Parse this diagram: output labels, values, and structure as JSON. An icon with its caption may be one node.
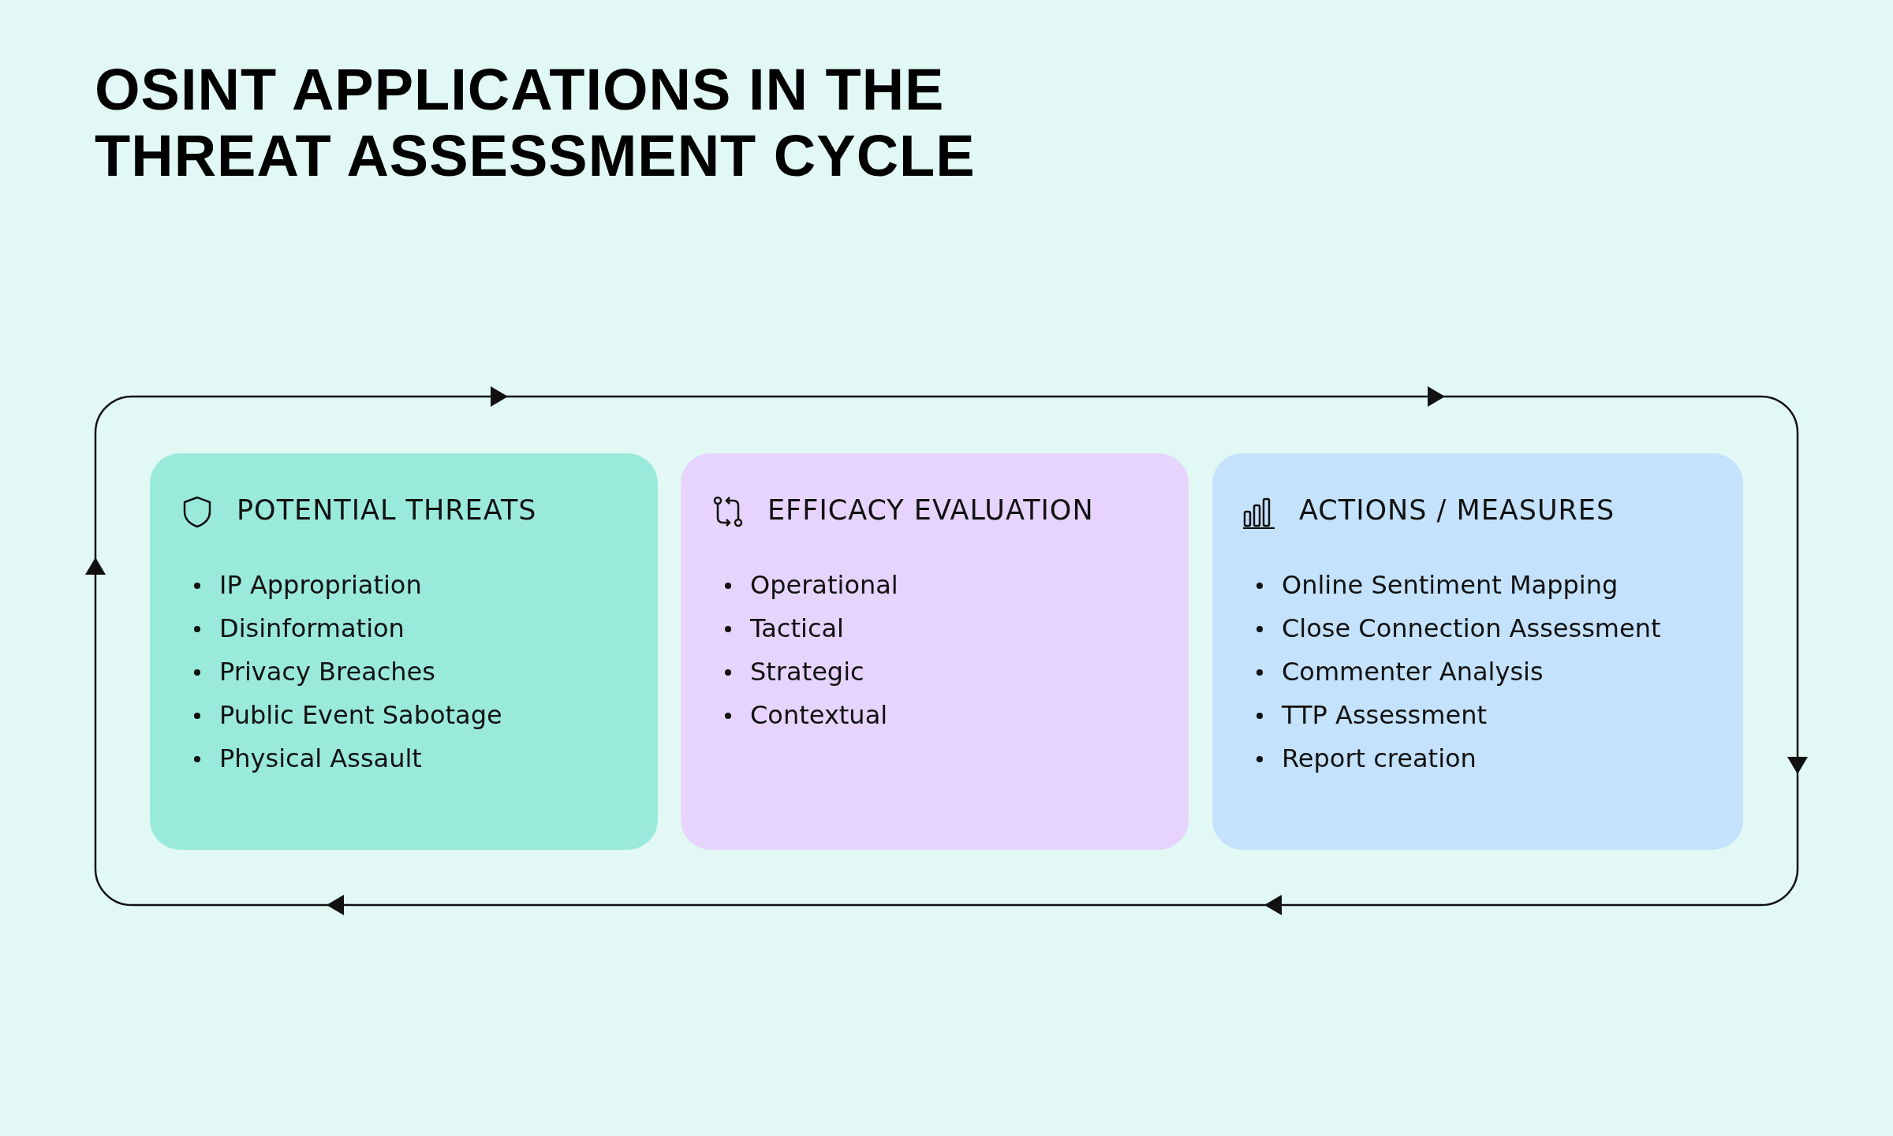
{
  "diagram": {
    "title": "OSINT APPLICATIONS IN THE THREAT ASSESSMENT CYCLE",
    "nodes": [
      {
        "text": [
          "POTENTIAL THREATS",
          "IP Appropriation",
          "Disinformation",
          "Privacy Breaches",
          "Public Event Sabotage",
          "Physical Assault"
        ]
      },
      {
        "text": [
          "EFFICACY EVALUATION",
          "Operational",
          "Tactical",
          "Strategic",
          "Contextual"
        ]
      },
      {
        "text": [
          "ACTIONS / MEASURES",
          "Online Sentiment Mapping",
          "Close Connection Assessment",
          "Commenter Analysis",
          "TTP Assessment",
          "Report creation"
        ]
      }
    ]
  }
}
